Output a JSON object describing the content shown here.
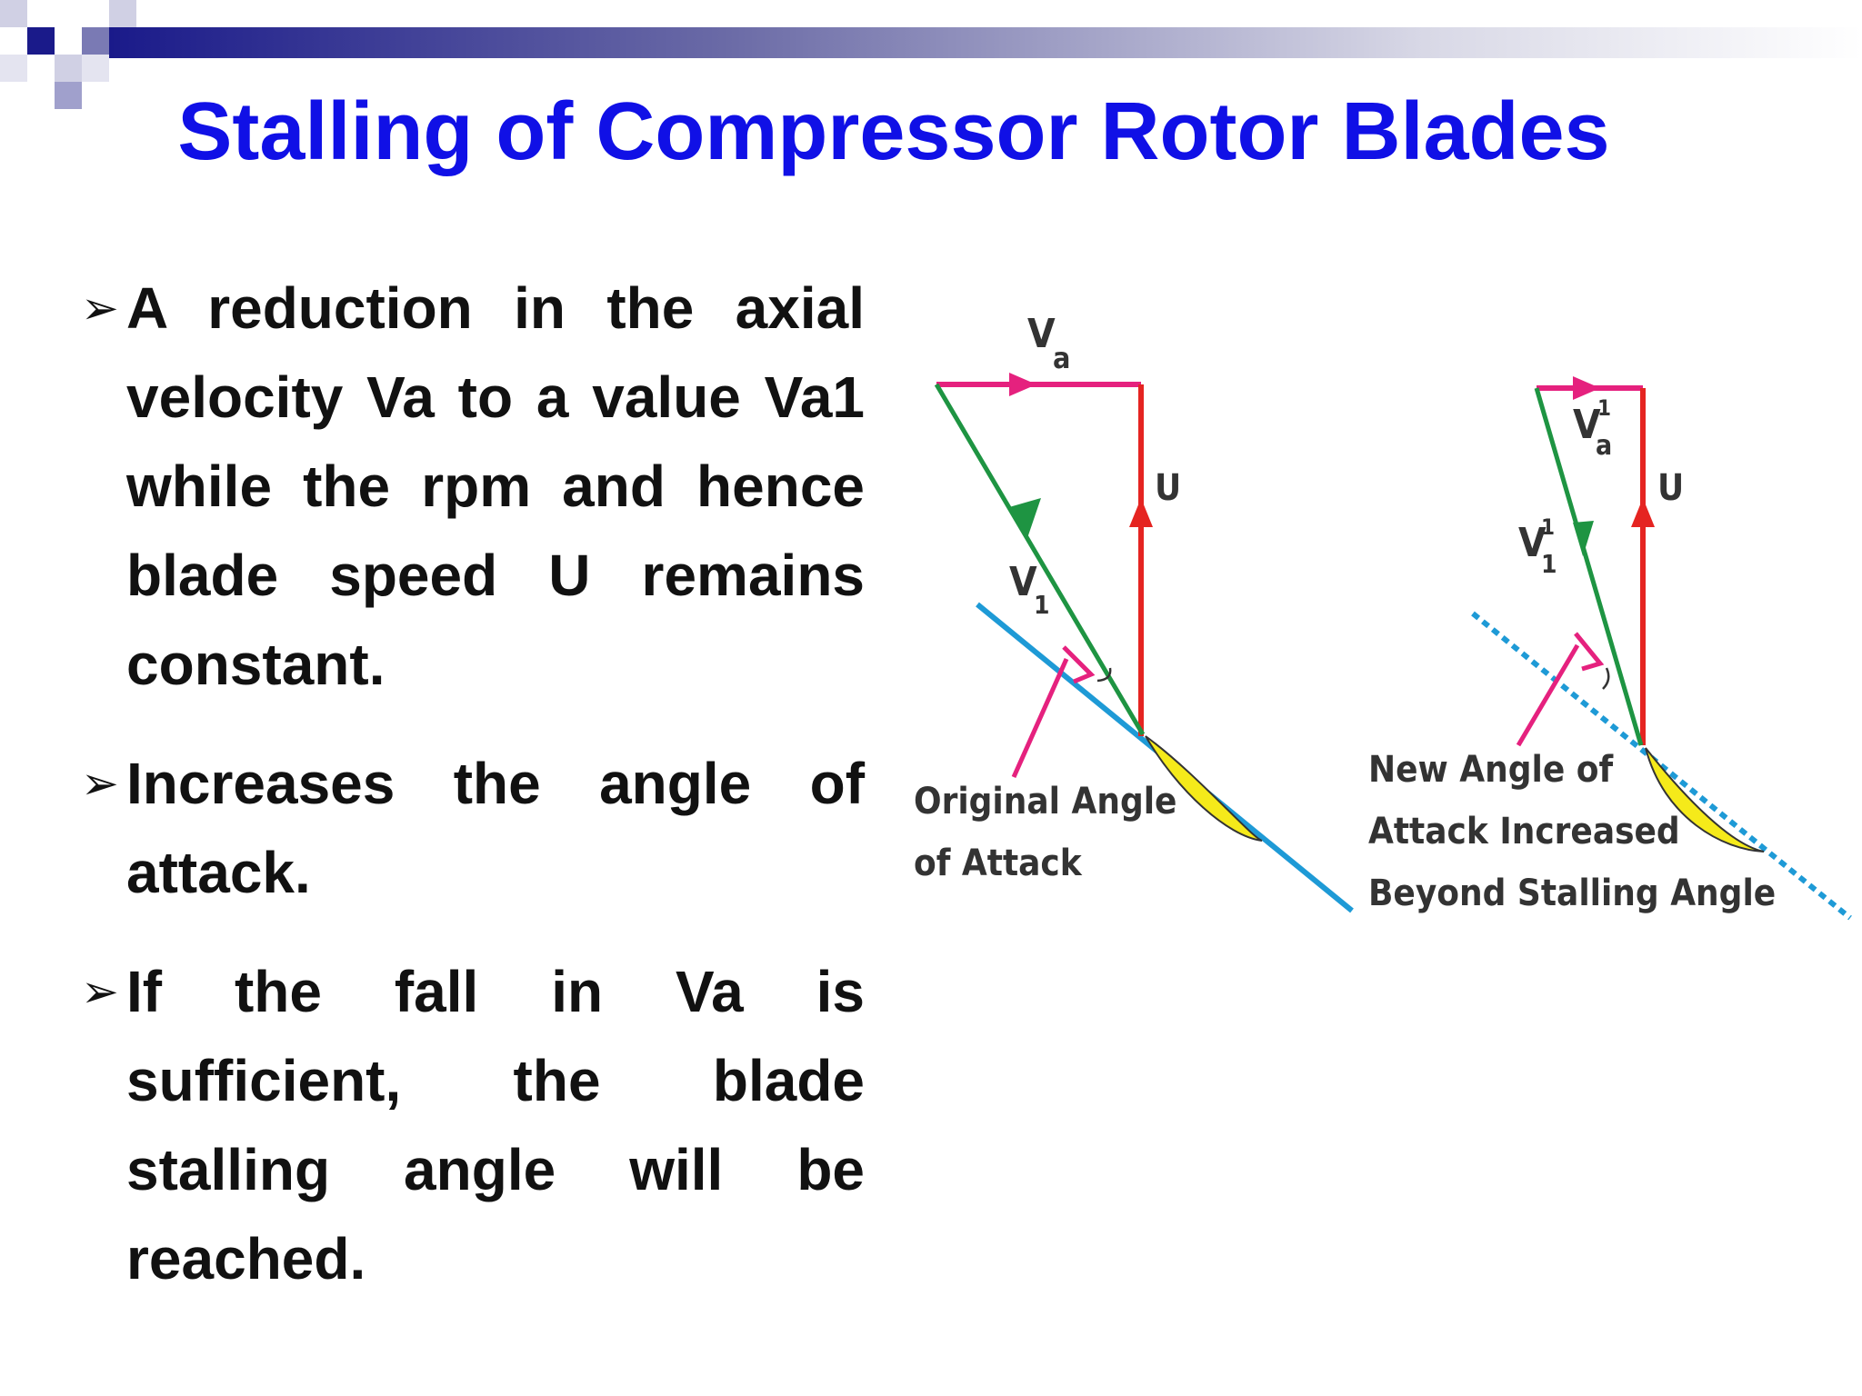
{
  "title": "Stalling of  Compressor Rotor Blades",
  "bullets": [
    {
      "text": "A reduction in the axial velocity Va to a value Va1 while the rpm and hence blade speed U remains constant."
    },
    {
      "text": "Increases the angle of attack."
    },
    {
      "text": "If the fall in Va is sufficient, the blade stalling angle will be reached."
    }
  ],
  "diagram": {
    "left": {
      "va_label": "V",
      "va_sub": "a",
      "u_label": "U",
      "v1_label": "V",
      "v1_sub": "1",
      "caption_line1": "Original Angle",
      "caption_line2": "of Attack"
    },
    "right": {
      "va_label": "V",
      "va_sub": "a",
      "va_sup": "1",
      "u_label": "U",
      "v1_label": "V",
      "v1_sub": "1",
      "v1_sup": "1",
      "caption_line1": "New Angle of",
      "caption_line2": "Attack Increased",
      "caption_line3": "Beyond Stalling Angle"
    }
  },
  "colors": {
    "title": "#1010e6",
    "axial_velocity": "#e5217e",
    "blade_speed": "#e52421",
    "relative_velocity": "#1e9442",
    "chord_line": "#1e9ad6",
    "blade": "#f5ea1a",
    "angle_pointer": "#e5217e"
  }
}
